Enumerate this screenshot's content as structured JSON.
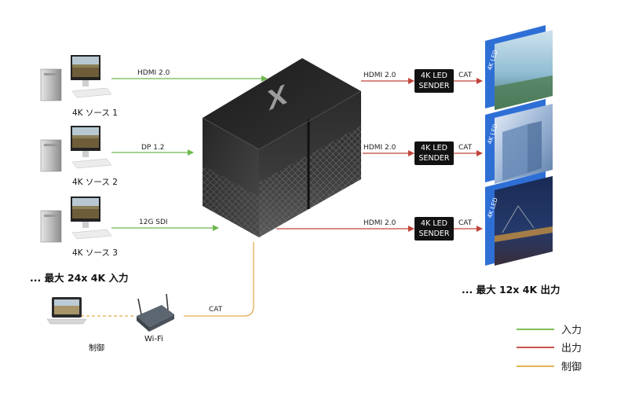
{
  "sources": [
    {
      "label": "4K ソース 1",
      "connection": "HDMI 2.0"
    },
    {
      "label": "4K ソース 2",
      "connection": "DP 1.2"
    },
    {
      "label": "4K ソース 3",
      "connection": "12G SDI"
    }
  ],
  "inputs_caption": "... 最大 24x 4K 入力",
  "outputs": [
    {
      "connection": "HDMI 2.0",
      "sender_line1": "4K LED",
      "sender_line2": "SENDER",
      "link": "CAT"
    },
    {
      "connection": "HDMI 2.0",
      "sender_line1": "4K LED",
      "sender_line2": "SENDER",
      "link": "CAT"
    },
    {
      "connection": "HDMI 2.0",
      "sender_line1": "4K LED",
      "sender_line2": "SENDER",
      "link": "CAT"
    }
  ],
  "outputs_caption": "... 最大 12x 4K 出力",
  "panel_label": "4K LED",
  "control": {
    "laptop_label": "制御",
    "wifi_label": "Wi-Fi",
    "link_label": "CAT"
  },
  "device_logo": "X",
  "legend": [
    {
      "label": "入力",
      "color": "#7dbf5a"
    },
    {
      "label": "出力",
      "color": "#c8564a"
    },
    {
      "label": "制御",
      "color": "#e3b458"
    }
  ],
  "colors": {
    "input": "#6db84c",
    "output": "#c0453a",
    "control": "#e0ac52"
  }
}
